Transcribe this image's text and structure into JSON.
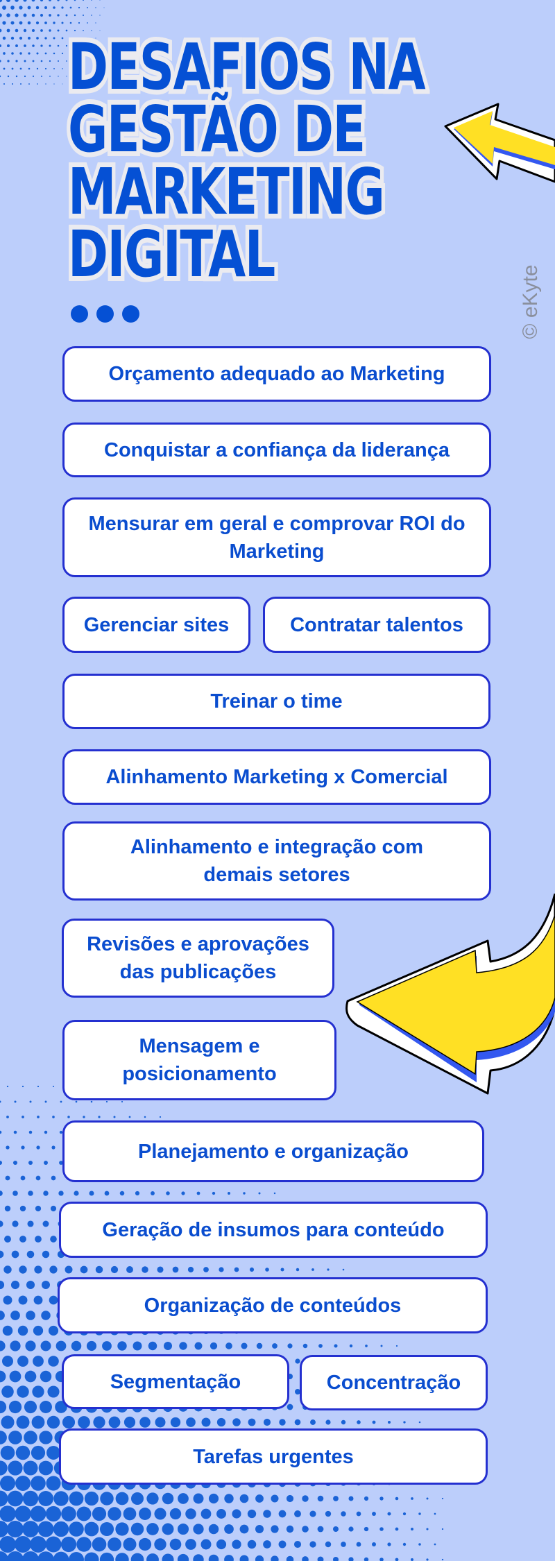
{
  "title": {
    "lines": [
      "DESAFIOS NA",
      "GESTÃO DE",
      "MARKETING",
      "DIGITAL"
    ]
  },
  "watermark": "© eKyte",
  "colors": {
    "background": "#bccefb",
    "accent": "#0550d4",
    "border": "#2430d0",
    "arrow": "#ffe024"
  },
  "items": [
    "Orçamento adequado ao Marketing",
    "Conquistar a confiança da liderança",
    "Mensurar em geral e comprovar ROI do Marketing",
    "Gerenciar sites",
    "Contratar talentos",
    "Treinar o time",
    "Alinhamento Marketing x Comercial",
    "Alinhamento e integração com demais setores",
    "Revisões e aprovações das publicações",
    "Mensagem e posicionamento",
    "Planejamento e organização",
    "Geração de insumos para conteúdo",
    "Organização de conteúdos",
    "Segmentação",
    "Concentração",
    "Tarefas urgentes"
  ]
}
